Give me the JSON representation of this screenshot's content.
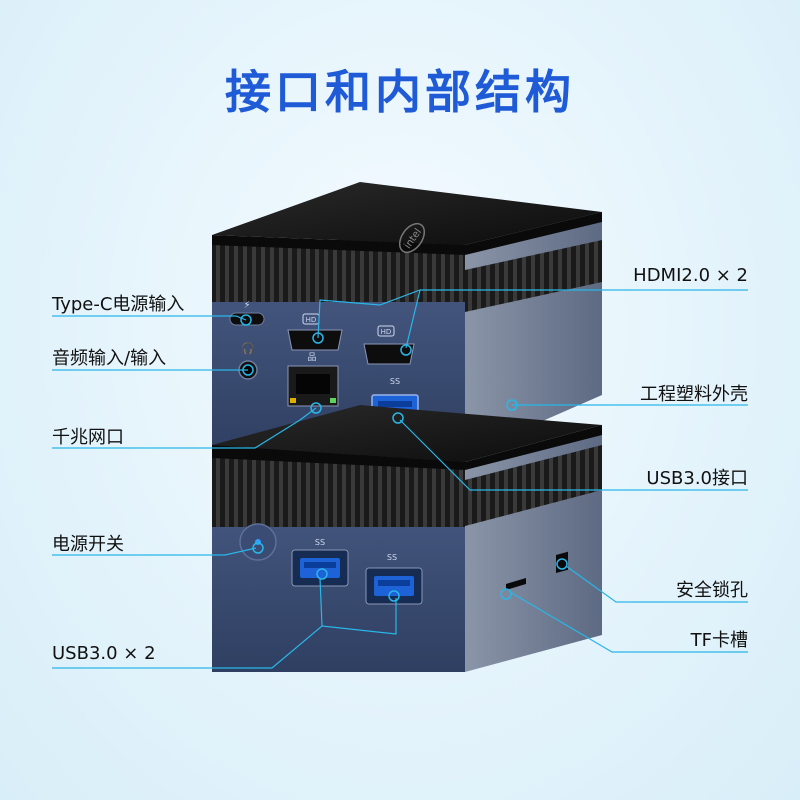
{
  "title": "接口和内部结构",
  "labels_left": [
    {
      "id": "type-c-power",
      "text": "Type-C电源输入"
    },
    {
      "id": "audio",
      "text": "音频输入/输入"
    },
    {
      "id": "gigabit-lan",
      "text": "千兆网口"
    },
    {
      "id": "power-switch",
      "text": "电源开关"
    },
    {
      "id": "usb30-x2",
      "text": "USB3.0 × 2"
    }
  ],
  "labels_right": [
    {
      "id": "hdmi",
      "text": "HDMI2.0 × 2"
    },
    {
      "id": "plastic-shell",
      "text": "工程塑料外壳"
    },
    {
      "id": "usb30-port",
      "text": "USB3.0接口"
    },
    {
      "id": "security-lock",
      "text": "安全锁孔"
    },
    {
      "id": "tf-slot",
      "text": "TF卡槽"
    }
  ],
  "device": {
    "logo_text": "intel",
    "port_badges": {
      "hd": "HD",
      "ss": "SS"
    }
  },
  "colors": {
    "title": "#1f5bd6",
    "callout_line": "#29b6e8",
    "body_metal": "#3a4d75",
    "top_black": "#141414"
  }
}
